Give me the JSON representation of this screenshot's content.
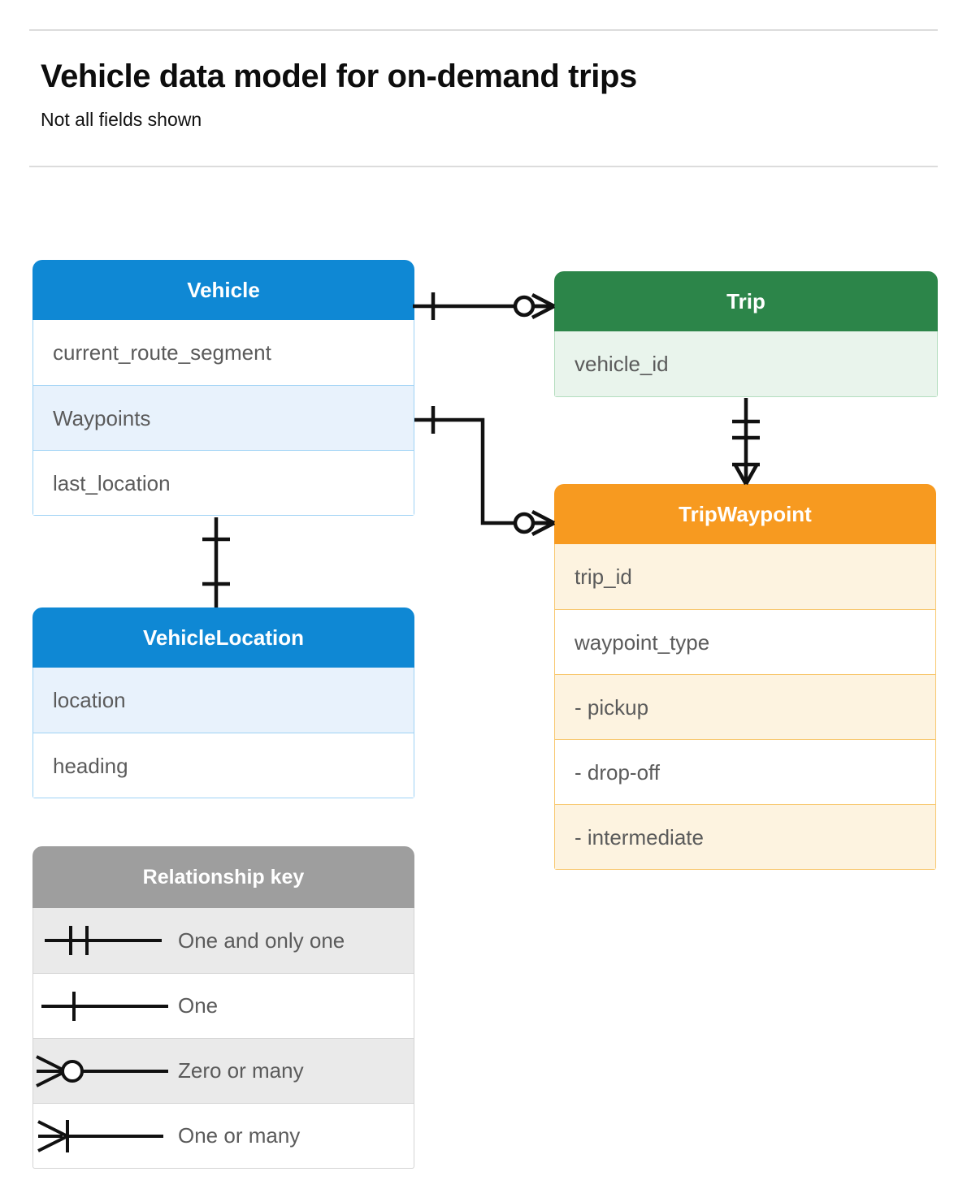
{
  "header": {
    "title": "Vehicle data model for on-demand trips",
    "subtitle": "Not all fields shown"
  },
  "entities": [
    {
      "id": "vehicle",
      "name": "Vehicle",
      "color": "#0f88d4",
      "rows": [
        {
          "label": "current_route_segment",
          "tint": false
        },
        {
          "label": "Waypoints",
          "tint": true
        },
        {
          "label": "last_location",
          "tint": false
        }
      ]
    },
    {
      "id": "trip",
      "name": "Trip",
      "color": "#2c8549",
      "rows": [
        {
          "label": "vehicle_id",
          "tint": true
        }
      ]
    },
    {
      "id": "tripwaypoint",
      "name": "TripWaypoint",
      "color": "#f79a20",
      "rows": [
        {
          "label": "trip_id",
          "tint": true
        },
        {
          "label": "waypoint_type",
          "tint": false
        },
        {
          "label": "-  pickup",
          "tint": true
        },
        {
          "label": "-  drop-off",
          "tint": false
        },
        {
          "label": "-  intermediate",
          "tint": true
        }
      ]
    },
    {
      "id": "vehiclelocation",
      "name": "VehicleLocation",
      "color": "#0f88d4",
      "rows": [
        {
          "label": "location",
          "tint": true
        },
        {
          "label": "heading",
          "tint": false
        }
      ]
    }
  ],
  "legend": {
    "title": "Relationship key",
    "color": "#9e9e9e",
    "rows": [
      {
        "label": "One and only one",
        "symbol": "one-and-only-one",
        "tint": true
      },
      {
        "label": "One",
        "symbol": "one",
        "tint": false
      },
      {
        "label": "Zero or many",
        "symbol": "zero-or-many",
        "tint": true
      },
      {
        "label": "One or many",
        "symbol": "one-or-many",
        "tint": false
      }
    ]
  },
  "relationships": [
    {
      "id": "vehicle-trip",
      "from": "Vehicle",
      "to": "Trip",
      "from_cardinality": "One",
      "to_cardinality": "Zero or many"
    },
    {
      "id": "vehicle-waypoints-tripwaypoint",
      "from": "Vehicle.Waypoints",
      "to": "TripWaypoint",
      "from_cardinality": "One",
      "to_cardinality": "Zero or many"
    },
    {
      "id": "trip-tripwaypoint",
      "from": "Trip",
      "to": "TripWaypoint",
      "from_cardinality": "One and only one",
      "to_cardinality": "One or many"
    },
    {
      "id": "vehicle-vehiclelocation",
      "from": "Vehicle",
      "to": "VehicleLocation",
      "from_cardinality": "One",
      "to_cardinality": "One"
    }
  ],
  "colors": {
    "blue": "#0f88d4",
    "green": "#2c8549",
    "orange": "#f79a20",
    "gray": "#9e9e9e",
    "text": "#5b5b5b",
    "rule": "#dcdcdc"
  }
}
